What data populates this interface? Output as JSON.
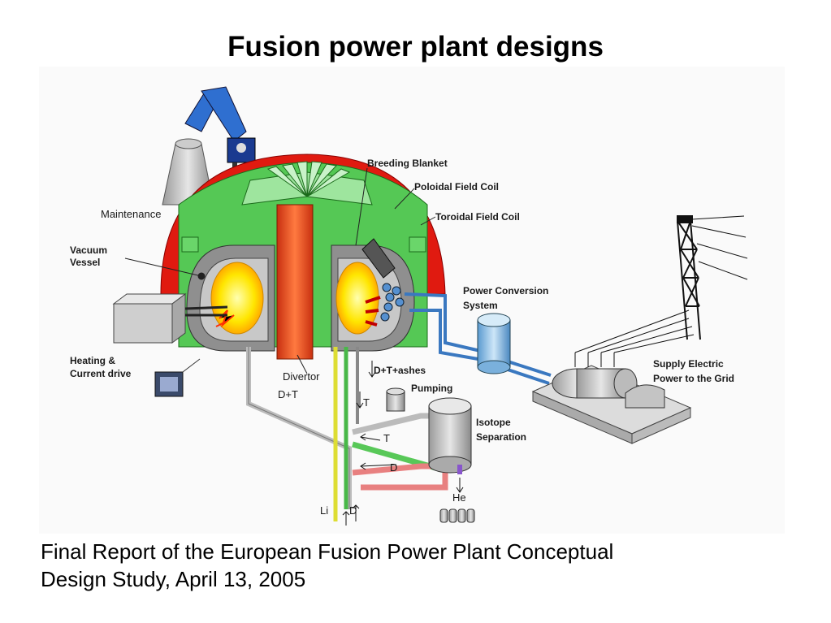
{
  "title": "Fusion power plant designs",
  "caption": {
    "line1": "Final Report of the European Fusion Power Plant Conceptual",
    "line2": "Design Study, April 13, 2005"
  },
  "diagram": {
    "labels": {
      "breeding_blanket": "Breeding Blanket",
      "poloidal_field_coil": "Poloidal Field Coil",
      "toroidal_field_coil": "Toroidal Field Coil",
      "maintenance": "Maintenance",
      "vacuum_vessel_1": "Vacuum",
      "vacuum_vessel_2": "Vessel",
      "power_conversion_1": "Power Conversion",
      "power_conversion_2": "System",
      "heating_1": "Heating &",
      "heating_2": "Current drive",
      "divertor": "Divertor",
      "d_t_ashes": "D+T+ashes",
      "pumping": "Pumping",
      "d_t": "D+T",
      "t_down": "T",
      "t_arrow": "T",
      "d_arrow": "D",
      "isotope_1": "Isotope",
      "isotope_2": "Separation",
      "supply_1": "Supply Electric",
      "supply_2": "Power to the Grid",
      "he": "He",
      "li": "Li",
      "d_bottom": "D"
    }
  }
}
